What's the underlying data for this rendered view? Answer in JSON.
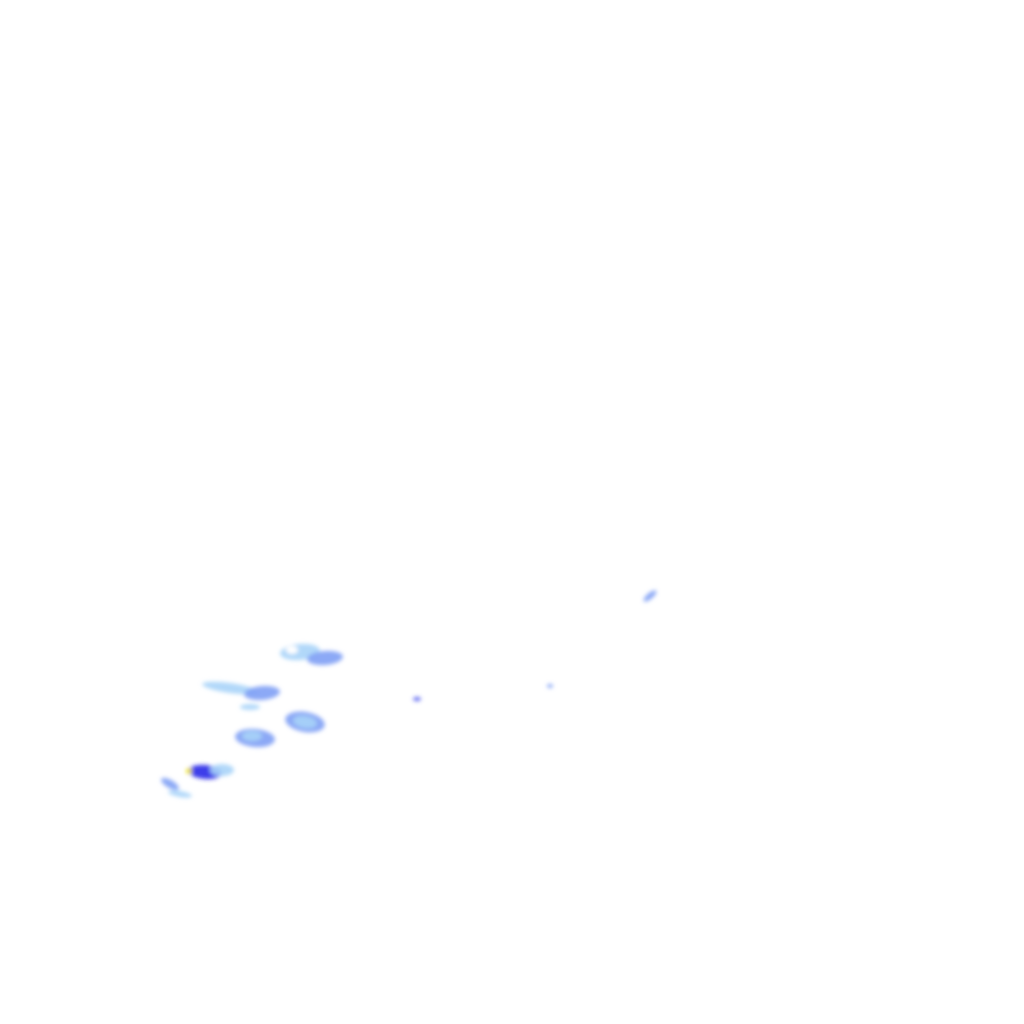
{
  "layer": "precipitation-radar",
  "colors": {
    "light": "#a8d4f8",
    "medium": "#7fa0f5",
    "heavy": "#4a55f0",
    "very_heavy": "#2a2ae8",
    "extreme": "#f2e600",
    "background": "#ffffff"
  },
  "cells": [
    {
      "intensity": "medium",
      "label": ""
    },
    {
      "intensity": "medium",
      "label": ""
    },
    {
      "intensity": "heavy",
      "label": ""
    },
    {
      "intensity": "heavy",
      "label": ""
    },
    {
      "intensity": "extreme",
      "label": ""
    },
    {
      "intensity": "light",
      "label": ""
    }
  ]
}
